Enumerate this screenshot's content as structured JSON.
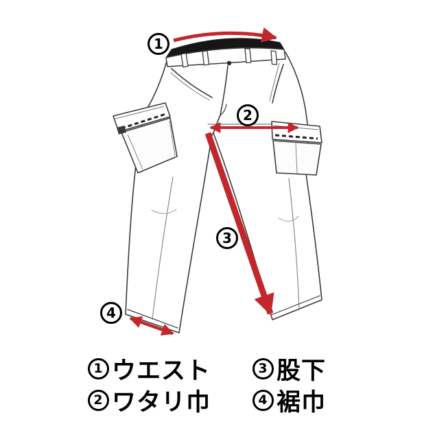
{
  "page": {
    "background": "#ffffff",
    "accent_color": "#c1272d",
    "line_color": "#3a3a3a",
    "text_color": "#000000"
  },
  "measurements": [
    {
      "number": "1",
      "label": "ウエスト"
    },
    {
      "number": "2",
      "label": "ワタリ巾"
    },
    {
      "number": "3",
      "label": "股下"
    },
    {
      "number": "4",
      "label": "裾巾"
    }
  ]
}
